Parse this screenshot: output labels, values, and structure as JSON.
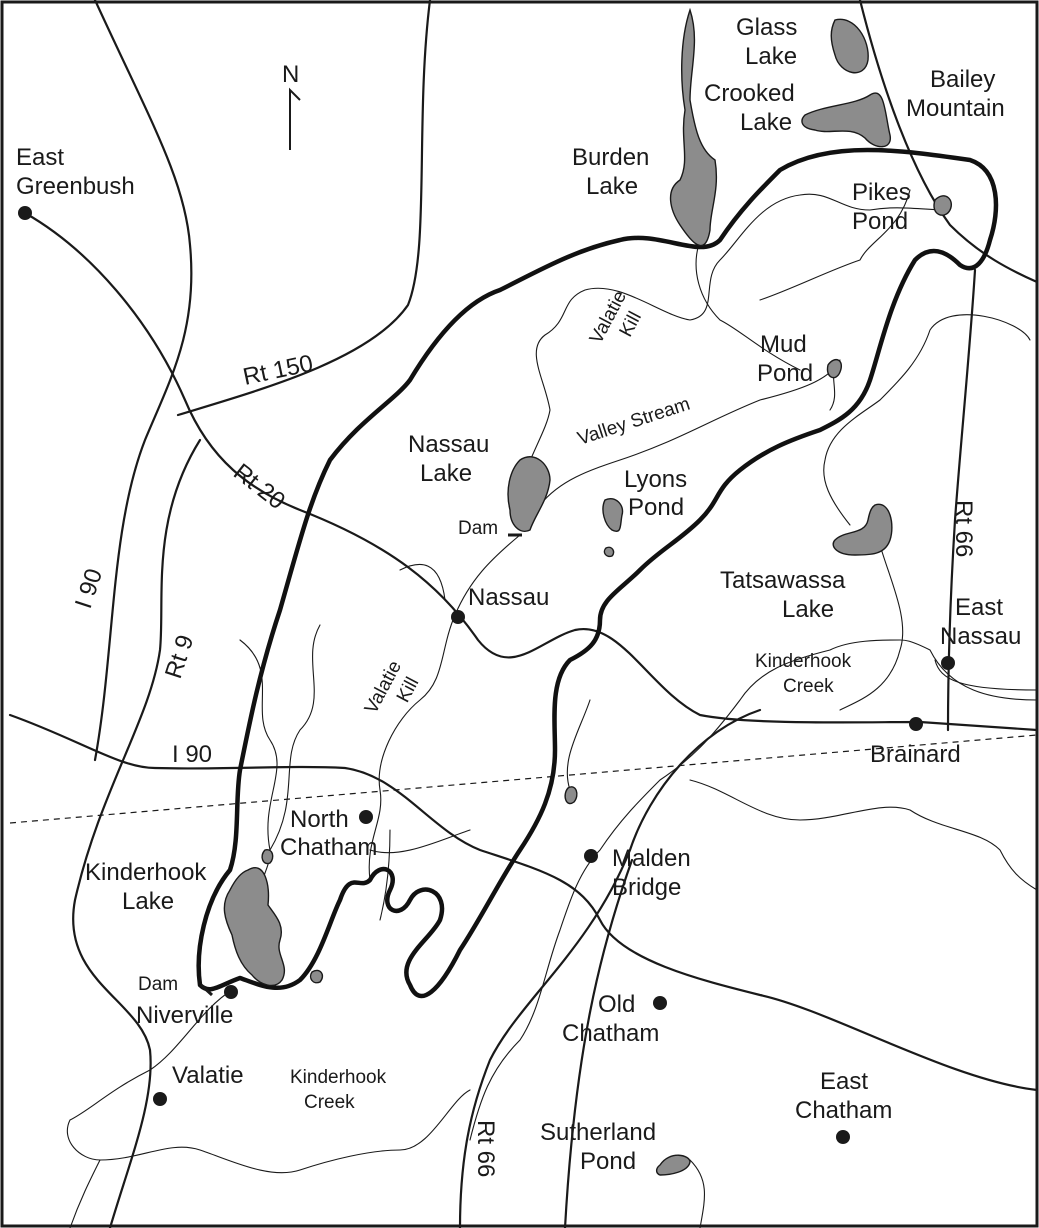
{
  "north_label": "N",
  "places": {
    "east_greenbush": [
      "East",
      "Greenbush"
    ],
    "nassau": "Nassau",
    "east_nassau": [
      "East",
      "Nassau"
    ],
    "brainard": "Brainard",
    "north_chatham": [
      "North",
      "Chatham"
    ],
    "malden_bridge": [
      "Malden",
      "Bridge"
    ],
    "niverville": "Niverville",
    "old_chatham": [
      "Old",
      "Chatham"
    ],
    "valatie": "Valatie",
    "east_chatham": [
      "East",
      "Chatham"
    ],
    "bailey_mountain": [
      "Bailey",
      "Mountain"
    ]
  },
  "water": {
    "glass_lake": [
      "Glass",
      "Lake"
    ],
    "crooked_lake": [
      "Crooked",
      "Lake"
    ],
    "burden_lake": [
      "Burden",
      "Lake"
    ],
    "pikes_pond": [
      "Pikes",
      "Pond"
    ],
    "mud_pond": [
      "Mud",
      "Pond"
    ],
    "nassau_lake": [
      "Nassau",
      "Lake"
    ],
    "lyons_pond": [
      "Lyons",
      "Pond"
    ],
    "tatsawassa_lake": [
      "Tatsawassa",
      "Lake"
    ],
    "kinderhook_lake": [
      "Kinderhook",
      "Lake"
    ],
    "sutherland_pond": [
      "Sutherland",
      "Pond"
    ]
  },
  "streams": {
    "valatie_kill_upper": [
      "Valatie",
      "Kill"
    ],
    "valley_stream": "Valley Stream",
    "valatie_kill_lower": [
      "Valatie",
      "Kill"
    ],
    "kinderhook_creek_east": [
      "Kinderhook",
      "Creek"
    ],
    "kinderhook_creek_south": [
      "Kinderhook",
      "Creek"
    ]
  },
  "dams": {
    "nassau_dam": "Dam",
    "kinderhook_dam": "Dam"
  },
  "roads": {
    "rt150": "Rt 150",
    "rt20": "Rt 20",
    "i90_vertical": "I 90",
    "rt9": "Rt 9",
    "i90_horizontal": "I 90",
    "rt66_north": "Rt 66",
    "rt66_south": "Rt 66"
  }
}
